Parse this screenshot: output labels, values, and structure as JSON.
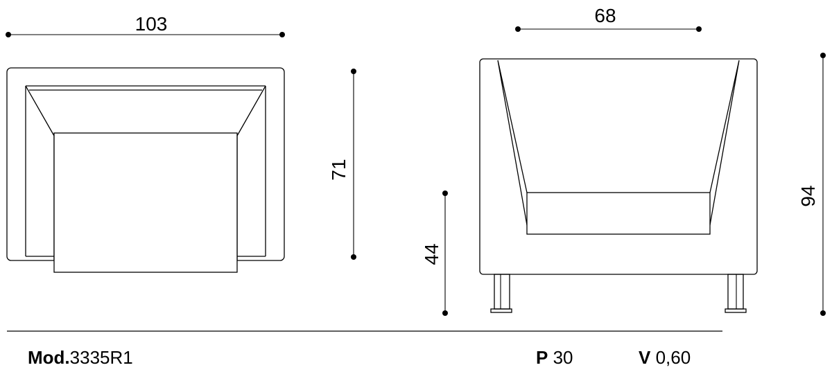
{
  "dimensions": {
    "width": "103",
    "depth": "71",
    "side_width": "68",
    "seat_height": "44",
    "height": "94"
  },
  "footer": {
    "model_label": "Mod.",
    "model_value": "3335R1",
    "p_label": "P",
    "p_value": "30",
    "v_label": "V",
    "v_value": "0,60"
  }
}
